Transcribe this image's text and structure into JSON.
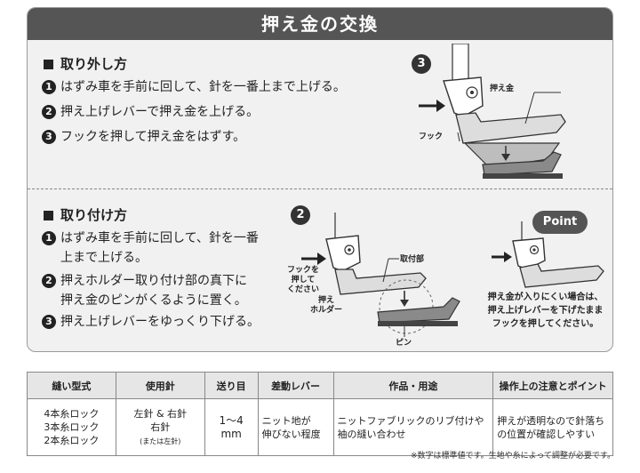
{
  "header": {
    "title": "押え金の交換"
  },
  "removal": {
    "title": "取り外し方",
    "steps": [
      {
        "num": "1",
        "text": "はずみ車を手前に回して、針を一番上まで上げる。"
      },
      {
        "num": "2",
        "text": "押え上げレバーで押え金を上げる。"
      },
      {
        "num": "3",
        "text": "フックを押して押え金をはずす。"
      }
    ],
    "figure": {
      "step_num": "3",
      "label_foot": "押え金",
      "label_hook": "フック"
    }
  },
  "attach": {
    "title": "取り付け方",
    "steps": [
      {
        "num": "1",
        "lines": [
          "はずみ車を手前に回して、針を一番",
          "上まで上げる。"
        ]
      },
      {
        "num": "2",
        "lines": [
          "押えホルダー取り付け部の真下に",
          "押え金のピンがくるように置く。"
        ]
      },
      {
        "num": "3",
        "lines": [
          "押え上げレバーをゆっくり下げる。"
        ]
      }
    ],
    "figure": {
      "step_num": "2",
      "label_mount": "取付部",
      "label_push": [
        "フックを",
        "押して",
        "ください"
      ],
      "label_holder": [
        "押え",
        "ホルダー"
      ],
      "label_pin": "ピン"
    },
    "point": {
      "badge": "Point",
      "lines": [
        "押え金が入りにくい場合は、",
        "押え上げレバーを下げたまま",
        "フックを押してください。"
      ]
    }
  },
  "table": {
    "headers": [
      "縫い型式",
      "使用針",
      "送り目",
      "差動レバー",
      "作品・用途",
      "操作上の注意とポイント"
    ],
    "row": {
      "stitch": [
        "4本糸ロック",
        "3本糸ロック",
        "2本糸ロック"
      ],
      "needle": [
        "左針 & 右針",
        "右針",
        "(または左針)"
      ],
      "feed": [
        "1〜4",
        "mm"
      ],
      "diff": [
        "ニット地が",
        "伸びない程度"
      ],
      "use": [
        "ニットファブリックのリブ付けや",
        "袖の縫い合わせ"
      ],
      "notes": [
        "押えが透明なので針落ち",
        "の位置が確認しやすい"
      ]
    }
  },
  "footnote": "※数字は標準値です。生地や糸によって調整が必要です。"
}
